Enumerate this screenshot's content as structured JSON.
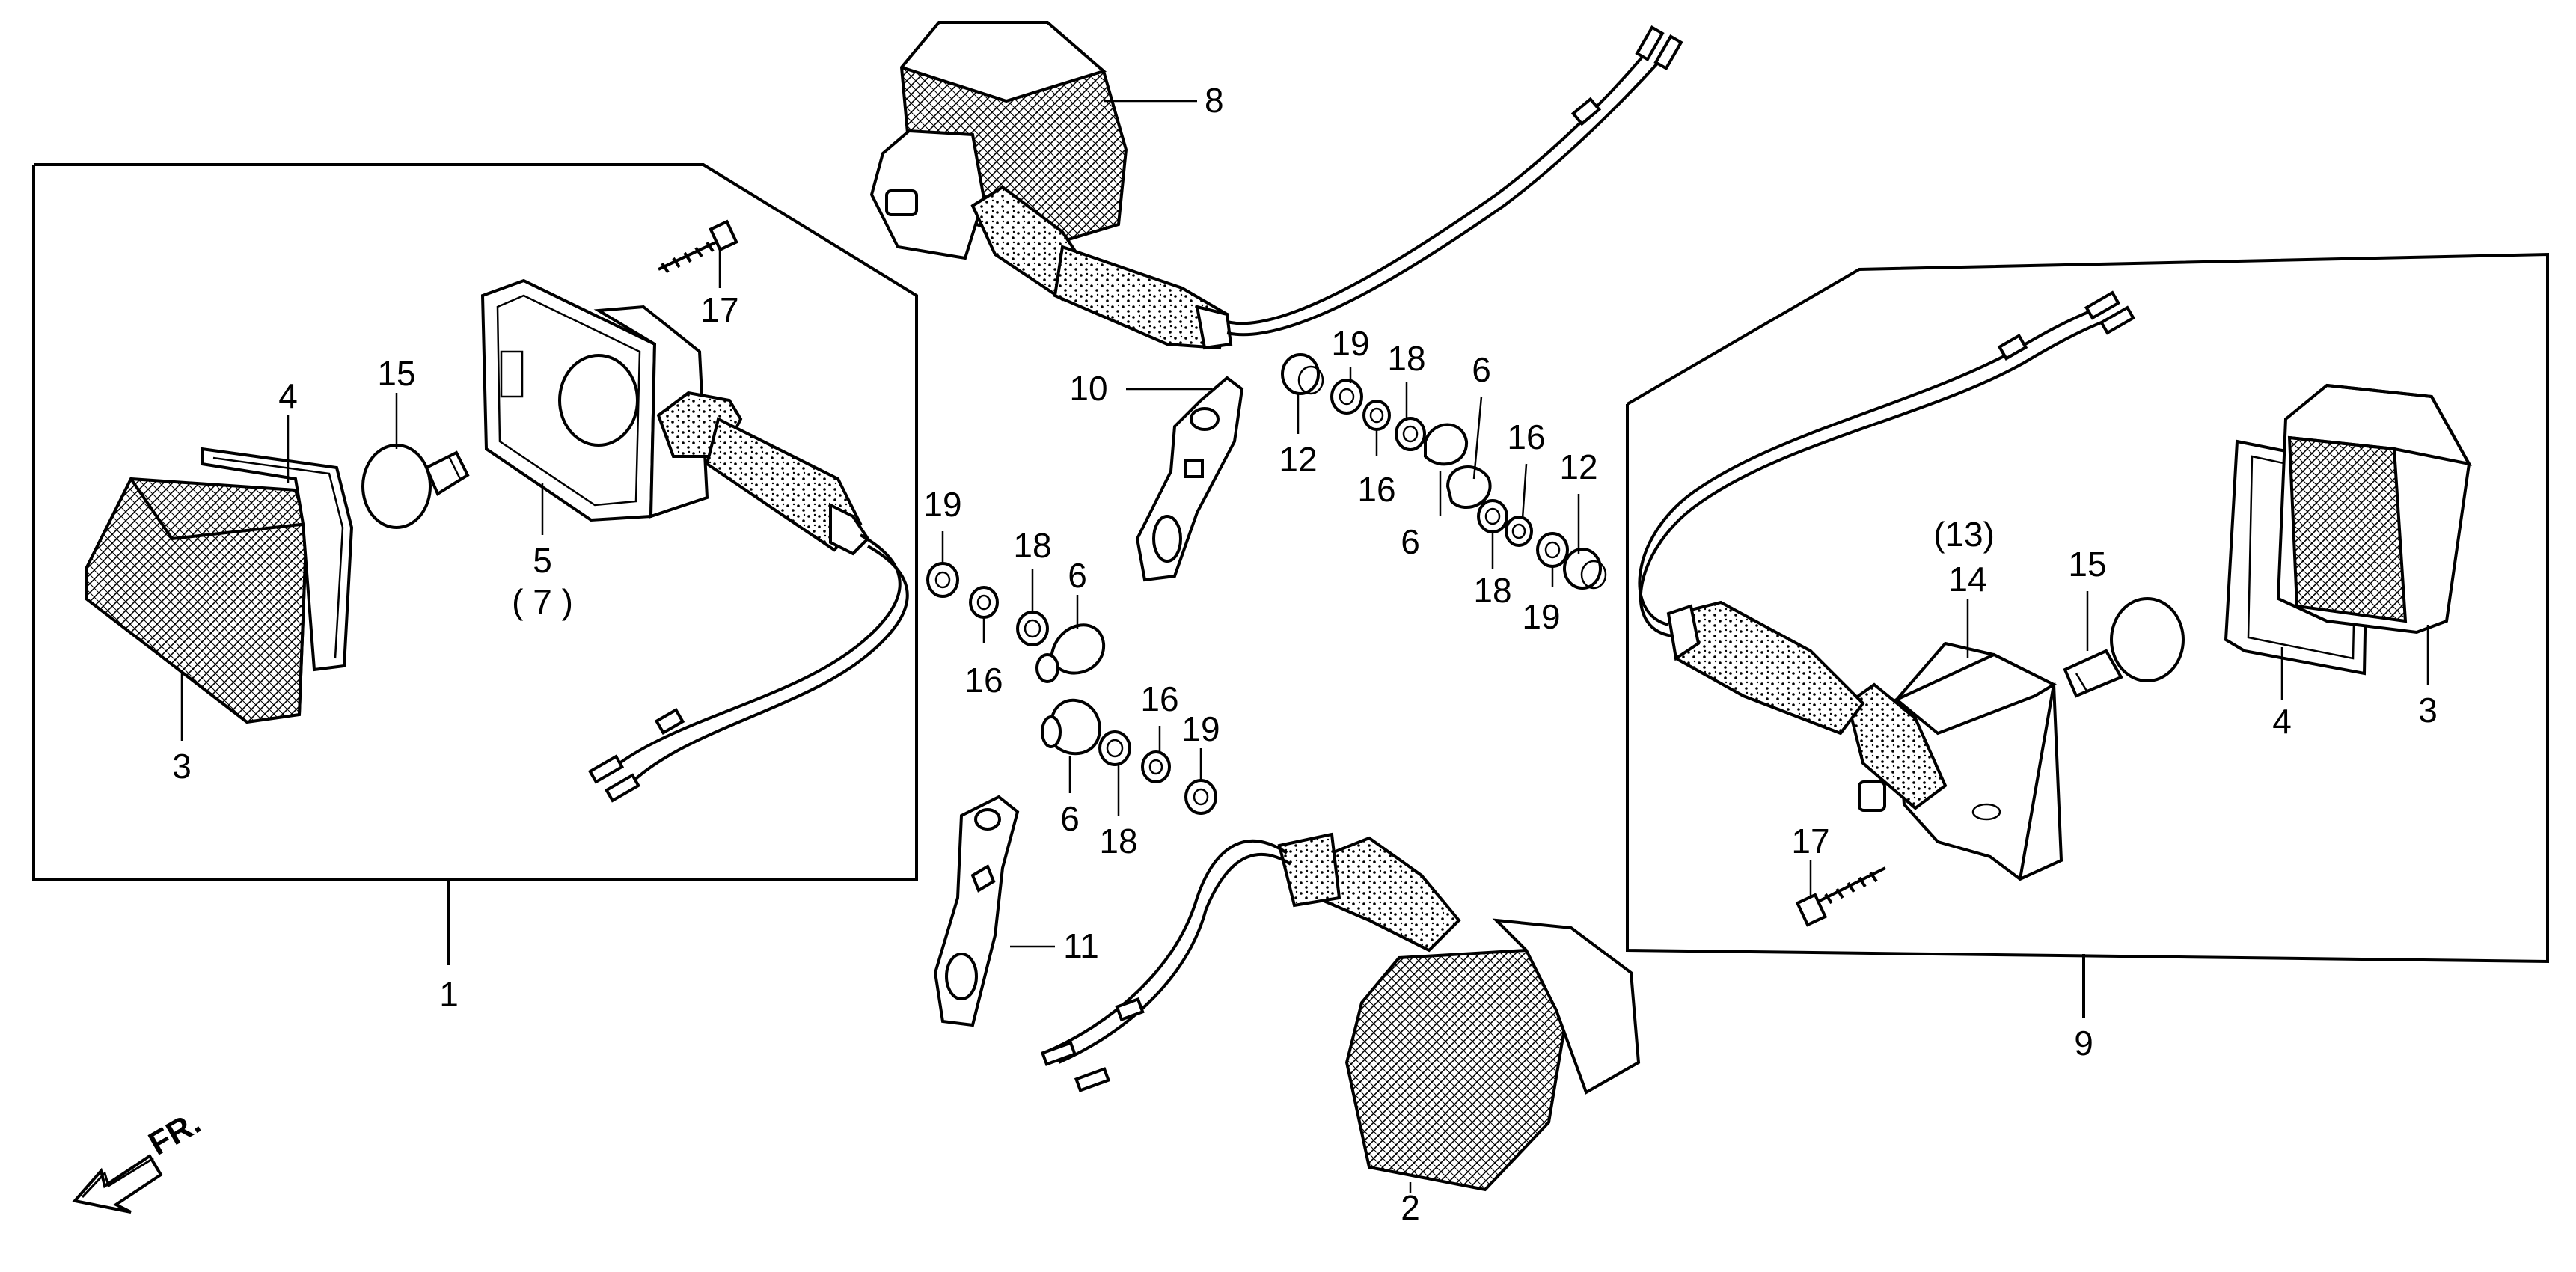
{
  "labels": {
    "p1": "1",
    "p2": "2",
    "p3_left": "3",
    "p3_right": "3",
    "p4_left": "4",
    "p4_right": "4",
    "p5": "5",
    "p7": "( 7 )",
    "p6_a": "6",
    "p6_b": "6",
    "p6_c": "6",
    "p6_d": "6",
    "p8": "8",
    "p9": "9",
    "p10": "10",
    "p11": "11",
    "p12_a": "12",
    "p12_b": "12",
    "p13": "(13)",
    "p14": "14",
    "p15_left": "15",
    "p15_right": "15",
    "p16_a": "16",
    "p16_b": "16",
    "p16_c": "16",
    "p16_d": "16",
    "p17_top": "17",
    "p17_bottom": "17",
    "p18_a": "18",
    "p18_b": "18",
    "p18_c": "18",
    "p18_d": "18",
    "p19_a": "19",
    "p19_b": "19",
    "p19_c": "19",
    "p19_d": "19",
    "front_marker": "FR."
  },
  "colors": {
    "ink": "#000000",
    "paper": "#ffffff"
  },
  "icons": {
    "front_arrow": "front-direction-arrow-icon"
  }
}
